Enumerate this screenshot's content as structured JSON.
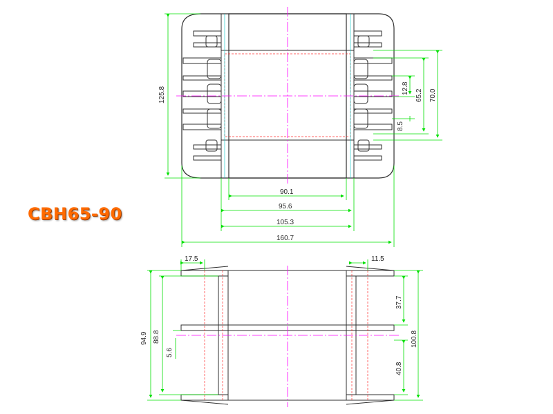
{
  "title": "CBH65-90",
  "top_view": {
    "dimensions": {
      "overall_height": "125.8",
      "window_width_inner": "90.1",
      "window_width_outer": "95.6",
      "flange_width": "105.3",
      "overall_width": "160.7",
      "pin_pitch": "12.8",
      "pin_span": "65.2",
      "pin_row_height": "70.0",
      "pin_offset": "8.5"
    }
  },
  "side_view": {
    "dimensions": {
      "left_tab_width": "17.5",
      "right_tab_width": "11.5",
      "overall_height_outer": "94.9",
      "overall_height_inner": "88.8",
      "center_offset": "5.6",
      "upper_section": "37.7",
      "lower_section": "40.8",
      "overall_depth": "100.8"
    }
  },
  "colors": {
    "outline": "#2f2f2f",
    "dimension": "#00e000",
    "centerline": "#ff00ff",
    "hidden": "#ff3030",
    "secondary": "#00c8c8",
    "title": "#ff6a00"
  }
}
